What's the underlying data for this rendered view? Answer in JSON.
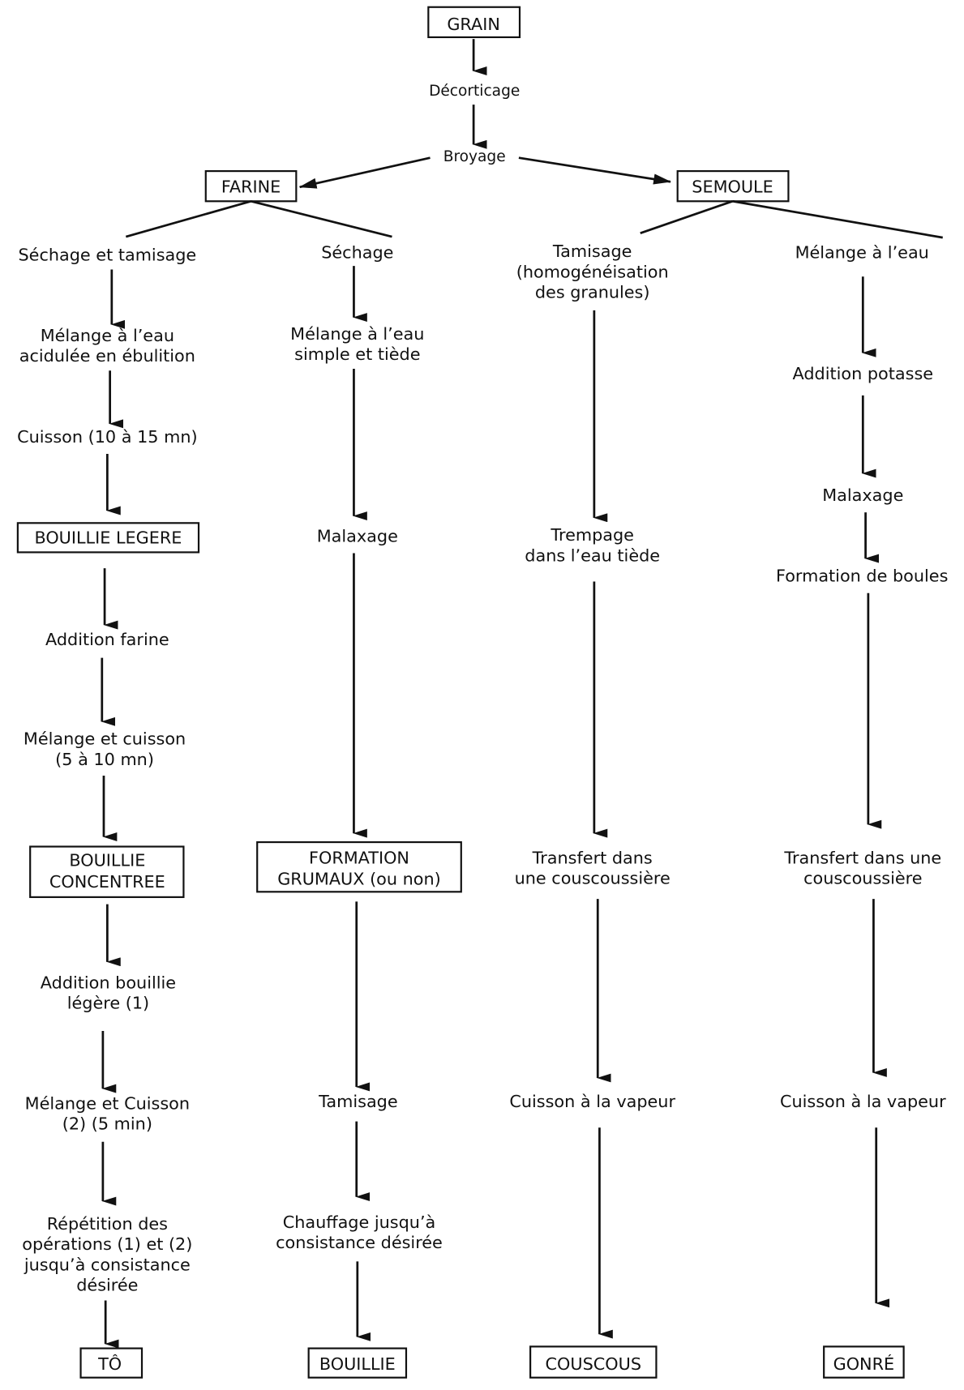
{
  "nodes": {
    "grain": "GRAIN",
    "decorticage": "Décorticage",
    "broyage": "Broyage",
    "farine": "FARINE",
    "semoule": "SEMOULE",
    "c1_1": "Séchage et tamisage",
    "c1_2a": "Mélange à l’eau",
    "c1_2b": "acidulée en ébulition",
    "c1_3": "Cuisson (10 à 15 mn)",
    "c1_4": "BOUILLIE LEGERE",
    "c1_5": "Addition farine",
    "c1_6a": "Mélange et cuisson",
    "c1_6b": "(5 à 10 mn)",
    "c1_7a": "BOUILLIE",
    "c1_7b": "CONCENTREE",
    "c1_8a": "Addition bouillie",
    "c1_8b": "légère (1)",
    "c1_9a": "Mélange et Cuisson",
    "c1_9b": "(2) (5 min)",
    "c1_10a": "Répétition  des",
    "c1_10b": "opérations (1)  et (2)",
    "c1_10c": "jusqu’à consistance",
    "c1_10d": "désirée",
    "c1_end": "TÔ",
    "c2_1": "Séchage",
    "c2_2a": "Mélange à l’eau",
    "c2_2b": "simple et tiède",
    "c2_3": "Malaxage",
    "c2_4a": "FORMATION",
    "c2_4b": "GRUMAUX (ou non)",
    "c2_5": "Tamisage",
    "c2_6a": "Chauffage jusqu’à",
    "c2_6b": "consistance désirée",
    "c2_end": "BOUILLIE",
    "c3_1a": "Tamisage",
    "c3_1b": "(homogénéisation",
    "c3_1c": "des granules)",
    "c3_2a": "Trempage",
    "c3_2b": "dans l’eau tiède",
    "c3_3a": "Transfert dans",
    "c3_3b": "une couscoussière",
    "c3_4": "Cuisson à la vapeur",
    "c3_end": "COUSCOUS",
    "c4_1": "Mélange à l’eau",
    "c4_2": "Addition potasse",
    "c4_3": "Malaxage",
    "c4_4": "Formation de boules",
    "c4_5a": "Transfert dans une",
    "c4_5b": "couscoussière",
    "c4_6": "Cuisson à la vapeur",
    "c4_end": "GONRÉ"
  }
}
